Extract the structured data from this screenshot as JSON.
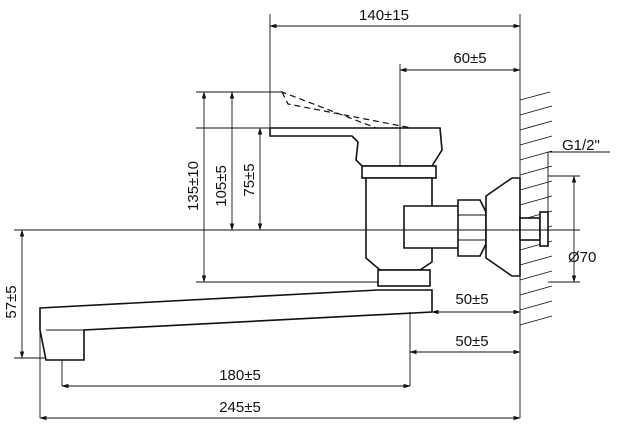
{
  "drawing": {
    "type": "technical-drawing",
    "subject": "wall-mounted single-lever faucet with long swivel spout",
    "dimensions": {
      "wall_to_lever_axis": "140±15",
      "wall_to_body_axis": "60±5",
      "connection_thread": "G1/2\"",
      "flange_diameter": "Ø70",
      "spout_height_lever_raised": "135±10",
      "spout_height_lever_body": "105±5",
      "spout_height_body": "75±5",
      "outlet_height": "57±5",
      "wall_to_spout_joint_upper": "50±5",
      "wall_to_spout_joint_lower": "50±5",
      "spout_reach_from_joint": "180±5",
      "total_reach": "245±5"
    }
  }
}
